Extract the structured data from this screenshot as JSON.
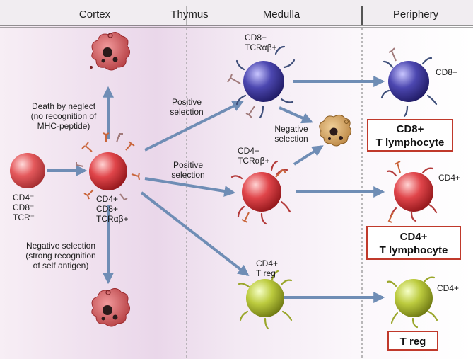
{
  "headers": {
    "cortex": "Cortex",
    "thymus": "Thymus",
    "medulla": "Medulla",
    "periphery": "Periphery"
  },
  "labels": {
    "cd4_neg": "CD4⁻",
    "cd8_neg": "CD8⁻",
    "tcr_neg": "TCR⁻",
    "dp_cd4": "CD4+",
    "dp_cd8": "CD8+",
    "dp_tcr": "TCRαβ+",
    "neglect_line1": "Death by neglect",
    "neglect_line2": "(no recognition of",
    "neglect_line3": "MHC-peptide)",
    "negsel_line1": "Negative selection",
    "negsel_line2": "(strong recognition",
    "negsel_line3": "of self antigen)",
    "possel1_line1": "Positive",
    "possel1_line2": "selection",
    "possel2_line1": "Positive",
    "possel2_line2": "selection",
    "medneg_line1": "Negative",
    "medneg_line2": "selection",
    "med_cd8": "CD8+",
    "med_cd8_tcr": "TCRαβ+",
    "med_cd4": "CD4+",
    "med_cd4_tcr": "TCRαβ+",
    "med_treg_cd4": "CD4+",
    "med_treg": "T reg",
    "per_cd8": "CD8+",
    "per_cd4": "CD4+",
    "per_treg": "CD4+"
  },
  "boxes": {
    "cd8_line1": "CD8+",
    "cd8_line2": "T lymphocyte",
    "cd4_line1": "CD4+",
    "cd4_line2": "T lymphocyte",
    "treg": "T reg"
  },
  "colors": {
    "red_cell": "#d9343a",
    "blue_cell": "#4a3f9e",
    "green_cell": "#b7c63a",
    "apoptotic": "#c44a4e",
    "apoptotic_med": "#c79550",
    "arrow": "#6f8db5",
    "box_border": "#c0392b"
  }
}
